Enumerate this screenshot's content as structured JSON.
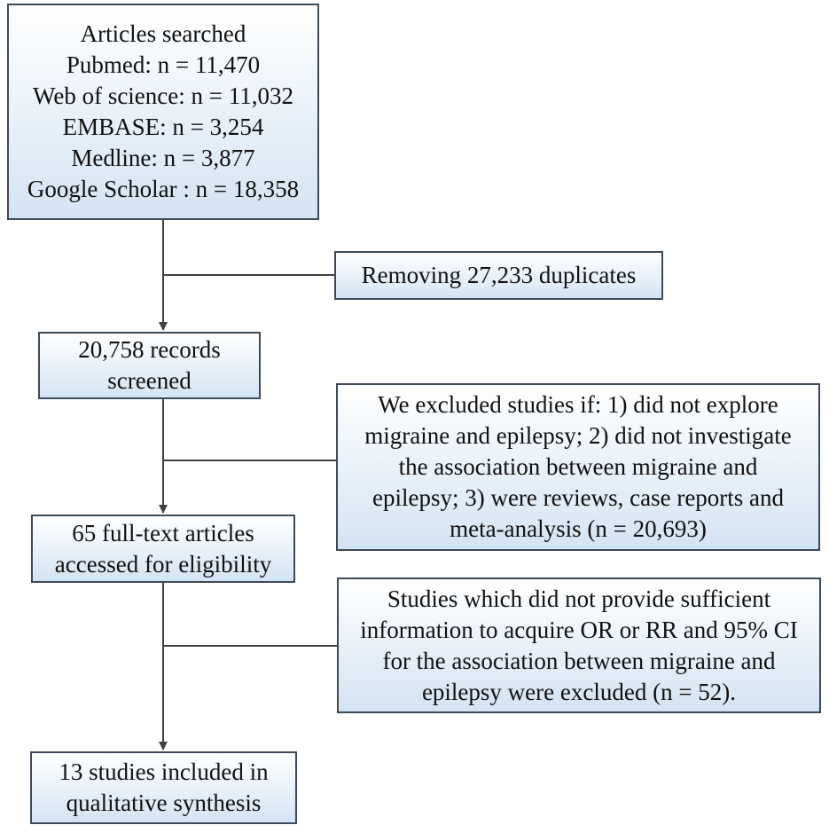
{
  "nodes": {
    "search": {
      "lines": [
        "Articles searched",
        "Pubmed: n = 11,470",
        "Web of science: n = 11,032",
        "EMBASE: n = 3,254",
        "Medline: n = 3,877",
        "Google Scholar : n = 18,358"
      ]
    },
    "duplicates": {
      "lines": [
        "Removing 27,233 duplicates"
      ]
    },
    "screened": {
      "lines": [
        "20,758 records",
        "screened"
      ]
    },
    "exclusion1": {
      "lines": [
        "We excluded studies if: 1) did not explore",
        "migraine and epilepsy; 2) did not investigate",
        "the association between migraine and",
        "epilepsy; 3) were reviews, case reports and",
        "meta-analysis (n = 20,693)"
      ]
    },
    "fulltext": {
      "lines": [
        "65 full-text articles",
        "accessed for eligibility"
      ]
    },
    "exclusion2": {
      "lines": [
        "Studies which did not provide sufficient",
        "information to acquire OR or RR and 95% CI",
        "for the association between migraine and",
        "epilepsy were excluded (n = 52)."
      ]
    },
    "included": {
      "lines": [
        "13 studies included in",
        "qualitative synthesis"
      ]
    }
  },
  "colors": {
    "border": "#3d4a58",
    "fill_top": "#ffffff",
    "fill_bottom": "#d4e4f3",
    "connector": "#404040"
  }
}
